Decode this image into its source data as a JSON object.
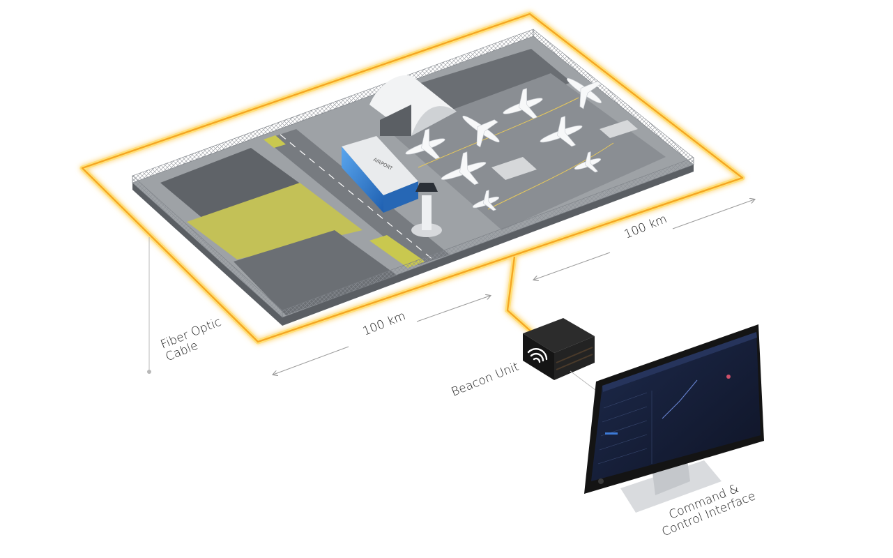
{
  "labels": {
    "fiber": "Fiber Optic\nCable",
    "dim_bottom": "100 km",
    "dim_right": "100 km",
    "beacon": "Beacon Unit",
    "command": "Command &\nControl Interface"
  },
  "terminal_sign": "AIRPORT",
  "colors": {
    "fiber": "#f5a623",
    "fiber_glow": "#ffe07a",
    "ground": "#6e7277",
    "apron": "#a3a7ab",
    "field": "#c3c157",
    "terminal_glass": "#2f7fd1",
    "beacon_box": "#1b1b1b",
    "monitor": "#141414",
    "screen": "#16203a"
  },
  "icons": [
    "beacon-logo-icon",
    "airplane-icon",
    "control-tower-icon",
    "hangar-icon",
    "terminal-building-icon",
    "monitor-icon"
  ]
}
